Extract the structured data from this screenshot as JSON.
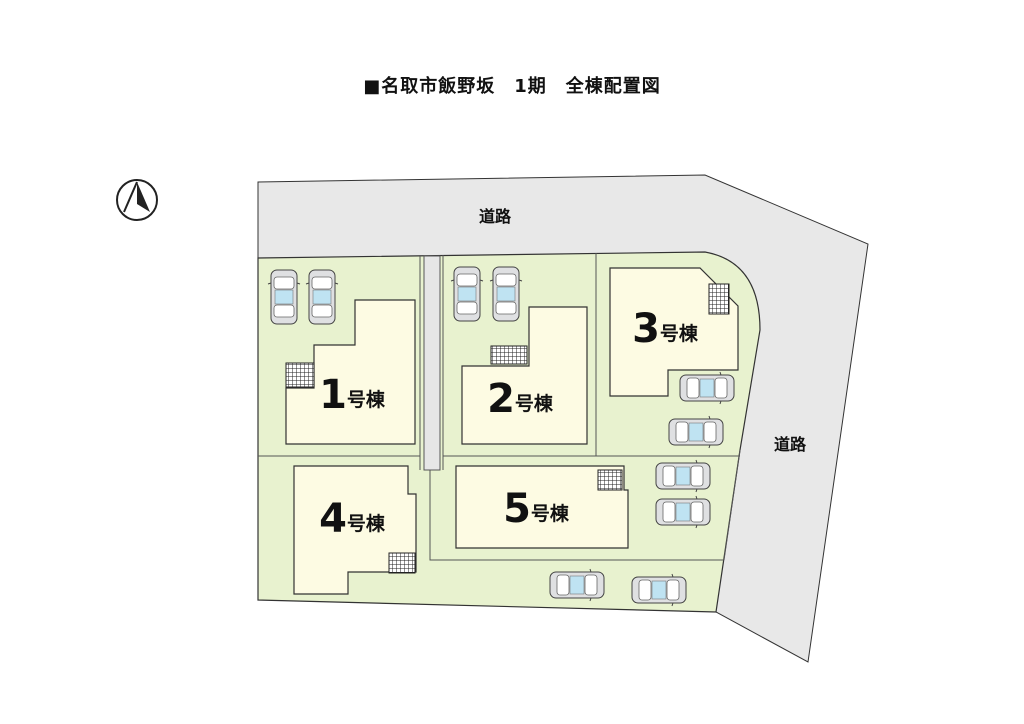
{
  "title": "■名取市飯野坂　1期　全棟配置図",
  "roads": {
    "north": "道路",
    "east": "道路"
  },
  "compass": "north-arrow-icon",
  "lots": [
    {
      "num": "1",
      "suffix": "号棟"
    },
    {
      "num": "2",
      "suffix": "号棟"
    },
    {
      "num": "3",
      "suffix": "号棟"
    },
    {
      "num": "4",
      "suffix": "号棟"
    },
    {
      "num": "5",
      "suffix": "号棟"
    }
  ],
  "colors": {
    "lot": "#e8f2cf",
    "house": "#fdfbe3",
    "road": "#e8e8e8",
    "outline": "#333333"
  }
}
